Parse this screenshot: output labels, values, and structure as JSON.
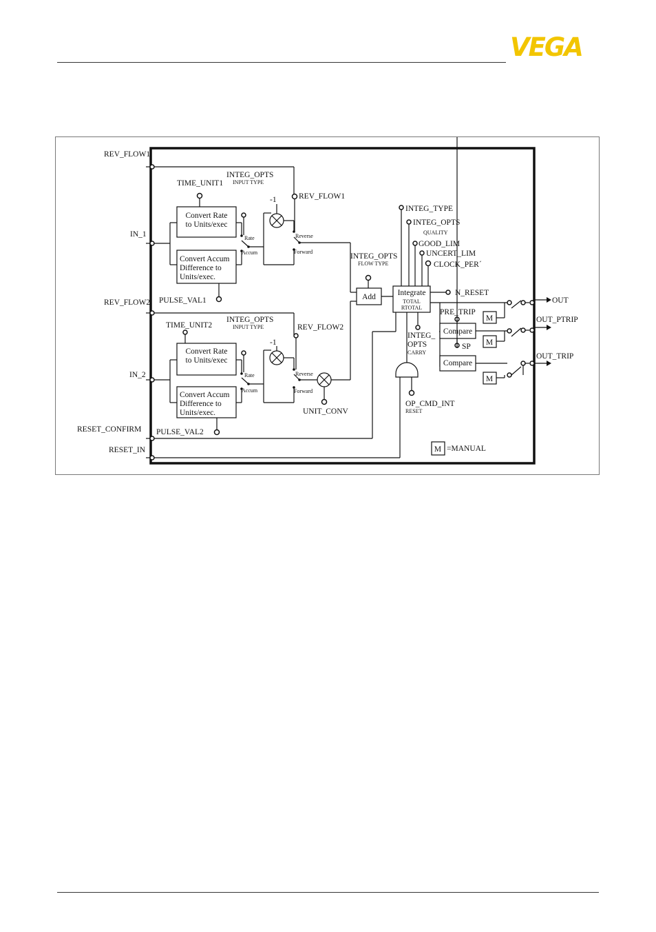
{
  "header": {
    "logo_text": "VEGA",
    "logo_color": "#f2c500"
  },
  "diagram": {
    "inputs": {
      "rev_flow1": "REV_FLOW1",
      "in_1": "IN_1",
      "rev_flow2": "REV_FLOW2",
      "in_2": "IN_2",
      "reset_confirm": "RESET_CONFIRM",
      "reset_in": "RESET_IN"
    },
    "channel1": {
      "time_unit": "TIME_UNIT1",
      "integ_opts": "INTEG_OPTS",
      "input_type": "INPUT TYPE",
      "rev_flow": "REV_FLOW1",
      "rate_box": [
        "Convert Rate",
        "to Units/exec"
      ],
      "accum_box": [
        "Convert Accum",
        "Difference to",
        "Units/exec."
      ],
      "pulse_val": "PULSE_VAL1",
      "rate": "Rate",
      "accum": "Accum",
      "reverse": "Reverse",
      "forward": "Forward",
      "neg_one": "-1"
    },
    "channel2": {
      "time_unit": "TIME_UNIT2",
      "integ_opts": "INTEG_OPTS",
      "input_type": "INPUT TYPE",
      "rev_flow": "REV_FLOW2",
      "rate_box": [
        "Convert Rate",
        "to Units/exec"
      ],
      "accum_box": [
        "Convert Accum",
        "Difference to",
        "Units/exec."
      ],
      "pulse_val": "PULSE_VAL2",
      "rate": "Rate",
      "accum": "Accum",
      "reverse": "Reverse",
      "forward": "Forward",
      "neg_one": "-1",
      "unit_conv": "UNIT_CONV"
    },
    "add": {
      "integ_opts": "INTEG_OPTS",
      "flow_type": "FLOW TYPE",
      "label": "Add"
    },
    "integrate": {
      "label": "Integrate",
      "total": "TOTAL",
      "rtotal": "RTOTAL",
      "integ_type": "INTEG_TYPE",
      "integ_opts": "INTEG_OPTS",
      "quality": "QUALITY",
      "good_lim": "GOOD_LIM",
      "uncert_lim": "UNCERT_LIM",
      "clock_per": "CLOCK_PER´",
      "n_reset": "N_RESET",
      "carry_opts_1": "INTEG_",
      "carry_opts_2": "OPTS",
      "carry": "CARRY",
      "op_cmd_int": "OP_CMD_INT",
      "reset": "RESET"
    },
    "trip": {
      "pre_trip": "PRE_TRIP",
      "sp": "SP",
      "compare": "Compare",
      "m": "M"
    },
    "outputs": {
      "out": "OUT",
      "out_ptrip": "OUT_PTRIP",
      "out_trip": "OUT_TRIP"
    },
    "legend": {
      "m": "M",
      "text": "=MANUAL"
    }
  }
}
